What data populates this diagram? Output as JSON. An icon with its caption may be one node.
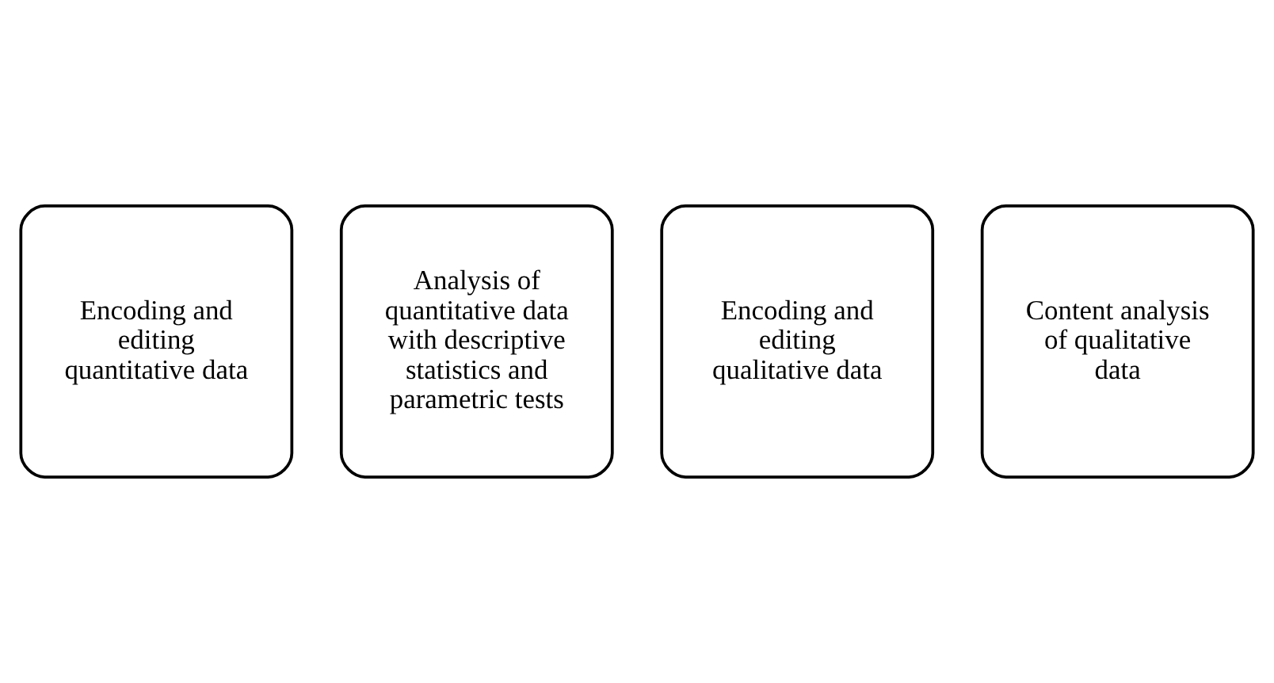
{
  "diagram": {
    "nodes": [
      {
        "text": [
          "Encoding and editing quantitative data"
        ]
      },
      {
        "text": [
          "Analysis of quantitative data with descriptive statistics and parametric tests"
        ]
      },
      {
        "text": [
          "Encoding and editing qualitative data"
        ]
      },
      {
        "text": [
          "Content analysis of qualitative data"
        ]
      }
    ]
  }
}
